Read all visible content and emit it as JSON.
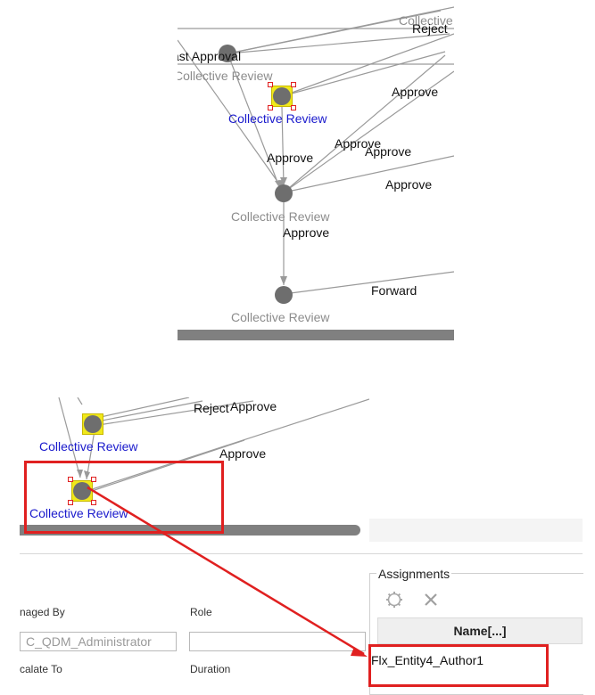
{
  "top_diagram": {
    "nodes": [
      {
        "label": "ast Approval",
        "sublabel": "Collective Review",
        "selected": false
      },
      {
        "label": "Collective Review",
        "selected": true
      },
      {
        "label": "Collective Review",
        "selected": false
      },
      {
        "label": "Collective Review",
        "selected": false
      }
    ],
    "edge_labels": [
      "Collective",
      "Reject",
      "Approve",
      "Approve",
      "Approve",
      "Approve",
      "Approve",
      "Approve",
      "Forward"
    ]
  },
  "bottom_diagram": {
    "nodes": [
      {
        "label": "Collective Review",
        "selected": true
      },
      {
        "label": "Collective Review",
        "selected": true
      }
    ],
    "edge_labels": [
      "Reject",
      "Approve",
      "Approve"
    ]
  },
  "form": {
    "managed_by_label": "naged By",
    "managed_by_value": "C_QDM_Administrator",
    "role_label": "Role",
    "role_value": "",
    "escalate_label": "calate To",
    "duration_label": "Duration"
  },
  "assignments": {
    "title": "Assignments",
    "add_icon": "gear-icon",
    "remove_icon": "close-icon",
    "column_header": "Name[...]",
    "rows": [
      "Flx_Entity4_Author1"
    ]
  },
  "colors": {
    "highlight": "#e02020",
    "selection": "#f0e81a",
    "link": "#1a1acc",
    "node": "#6e6e6e"
  }
}
